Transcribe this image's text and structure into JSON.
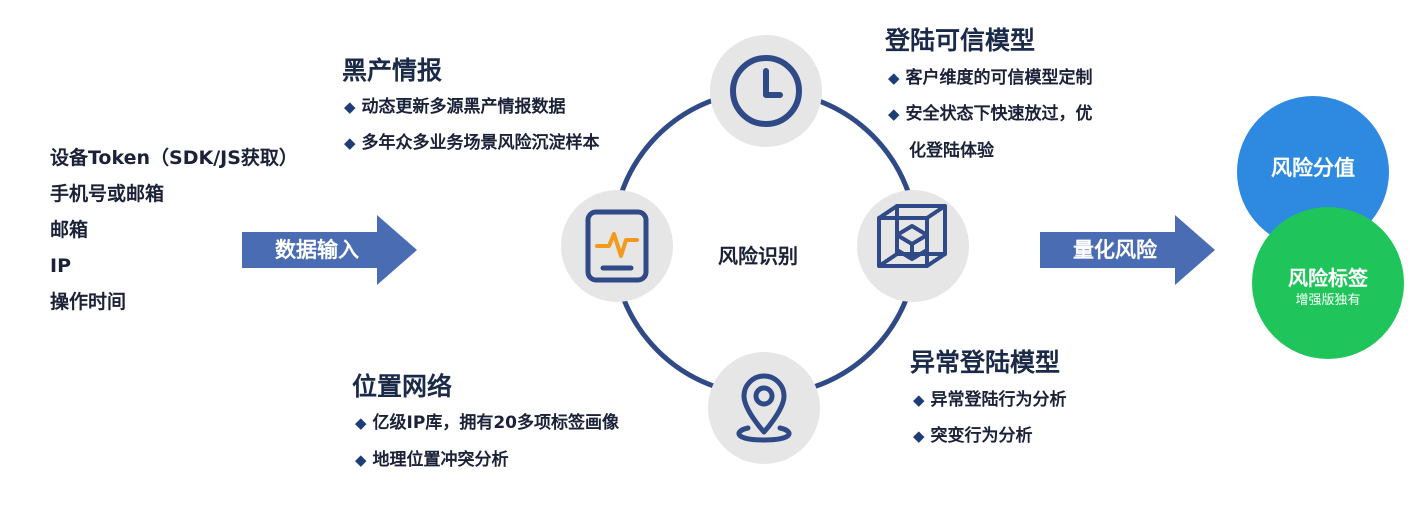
{
  "inputs": [
    "设备Token（SDK/JS获取）",
    "手机号或邮箱",
    "邮箱",
    "IP",
    "操作时间"
  ],
  "input_arrow_label": "数据输入",
  "output_arrow_label": "量化风险",
  "center_label": "风险识别",
  "sections": {
    "black_market": {
      "title": "黑产情报",
      "bullets": [
        "动态更新多源黑产情报数据",
        "多年众多业务场景风险沉淀样本"
      ]
    },
    "trusted_login": {
      "title": "登陆可信模型",
      "bullets": [
        "客户维度的可信模型定制",
        "安全状态下快速放过，优",
        "化登陆体验"
      ]
    },
    "location_network": {
      "title": "位置网络",
      "bullets": [
        "亿级IP库，拥有20多项标签画像",
        "地理位置冲突分析"
      ]
    },
    "abnormal_login": {
      "title": "异常登陆模型",
      "bullets": [
        "异常登陆行为分析",
        "突变行为分析"
      ]
    }
  },
  "outputs": {
    "risk_score": "风险分值",
    "risk_tag": "风险标签",
    "risk_tag_note": "增强版独有"
  },
  "bullet_marker": "◆",
  "colors": {
    "navy": "#2f4a86",
    "arrow": "#4a6cb3",
    "icon_bg": "#e6e6e6",
    "score_blue": "#2d8ae0",
    "tag_green": "#1fc55a"
  },
  "icons": [
    "clock-icon",
    "pulse-monitor-icon",
    "cube-icon",
    "location-pin-icon"
  ]
}
